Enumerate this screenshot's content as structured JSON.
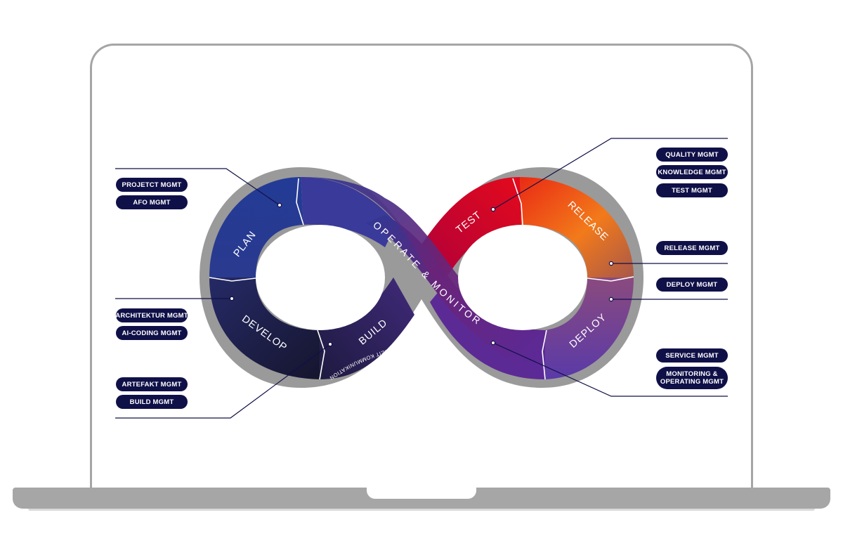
{
  "segments": {
    "plan": "PLAN",
    "develop": "DEVELOP",
    "build": "BUILD",
    "test": "TEST",
    "release": "RELEASE",
    "deploy": "DEPLOY",
    "operate_monitor": "OPERATE & MONITOR"
  },
  "ring_text": {
    "top": "ECHTZEIT KOMMUNIKATION",
    "bottom": "ECHTZEIT KOMMUNIKATION"
  },
  "left_groups": {
    "plan": [
      "PROJETCT MGMT",
      "AFO MGMT"
    ],
    "develop": [
      "ARCHITEKTUR MGMT",
      "AI-CODING MGMT"
    ],
    "build": [
      "ARTEFAKT MGMT",
      "BUILD MGMT"
    ]
  },
  "right_groups": {
    "test": [
      "QUALITY MGMT",
      "KNOWLEDGE MGMT",
      "TEST MGMT"
    ],
    "release": [
      "RELEASE MGMT"
    ],
    "deploy": [
      "DEPLOY MGMT"
    ],
    "operate": [
      "SERVICE MGMT",
      "MONITORING & OPERATING MGMT"
    ]
  },
  "colors": {
    "ring_gray": "#9a9a9a",
    "pill_bg": "#101048",
    "plan": "#283c94",
    "develop": "#1b1b3a",
    "test": "#d4002d",
    "release": "#f26b10",
    "deploy": "#6a3aa8",
    "operate": "#5a1f8a"
  }
}
